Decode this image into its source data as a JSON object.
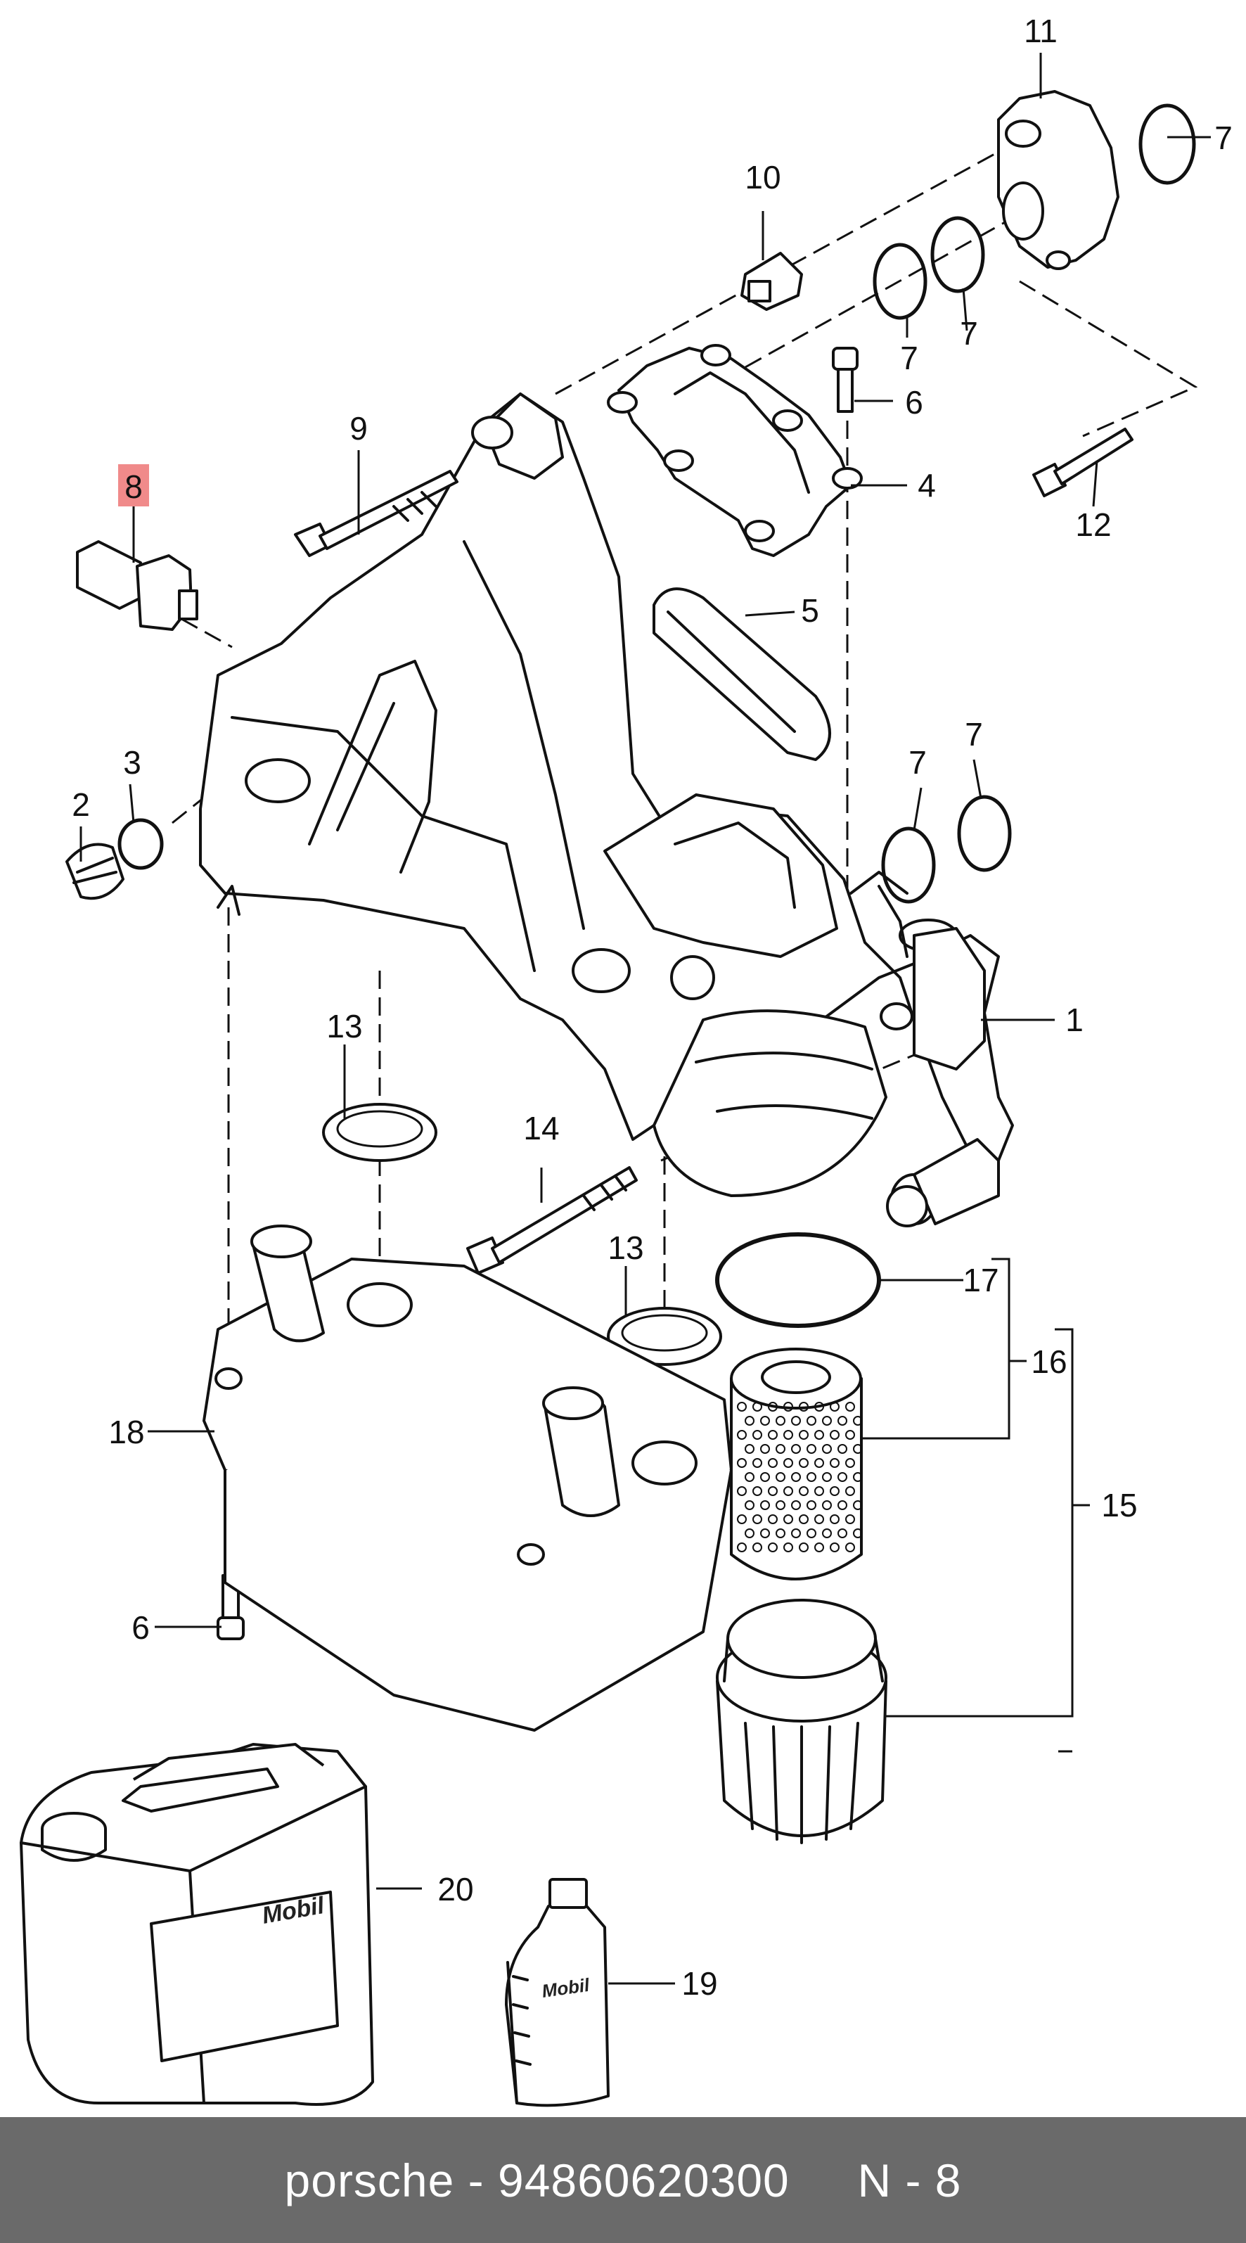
{
  "diagram": {
    "callouts": {
      "c1": "1",
      "c2": "2",
      "c3": "3",
      "c4": "4",
      "c5": "5",
      "c6a": "6",
      "c6b": "6",
      "c7a": "7",
      "c7b": "7",
      "c7c": "7",
      "c7d": "7",
      "c7e": "7",
      "c8": "8",
      "c9": "9",
      "c10": "10",
      "c11": "11",
      "c12": "12",
      "c13a": "13",
      "c13b": "13",
      "c14": "14",
      "c15": "15",
      "c16": "16",
      "c17": "17",
      "c18": "18",
      "c19": "19",
      "c20": "20"
    },
    "highlighted_callout": "8",
    "highlight_color": "#f08a8a",
    "canister_brand": "Mobil",
    "bottle_brand": "Mobil"
  },
  "footer": {
    "text": "porsche - 94860620300     N - 8",
    "background": "#6a6a6a"
  }
}
